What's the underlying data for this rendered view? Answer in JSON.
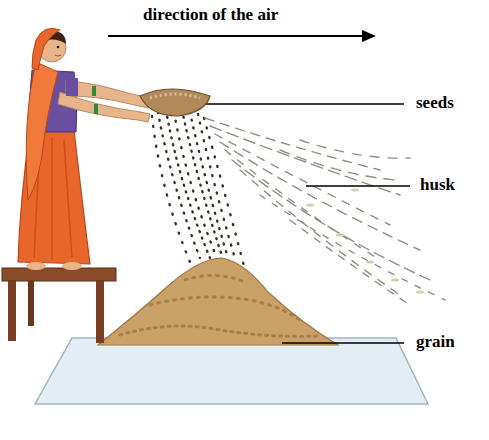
{
  "diagram": {
    "labels": [
      "direction of the air",
      "seeds",
      "husk",
      "grain"
    ]
  }
}
